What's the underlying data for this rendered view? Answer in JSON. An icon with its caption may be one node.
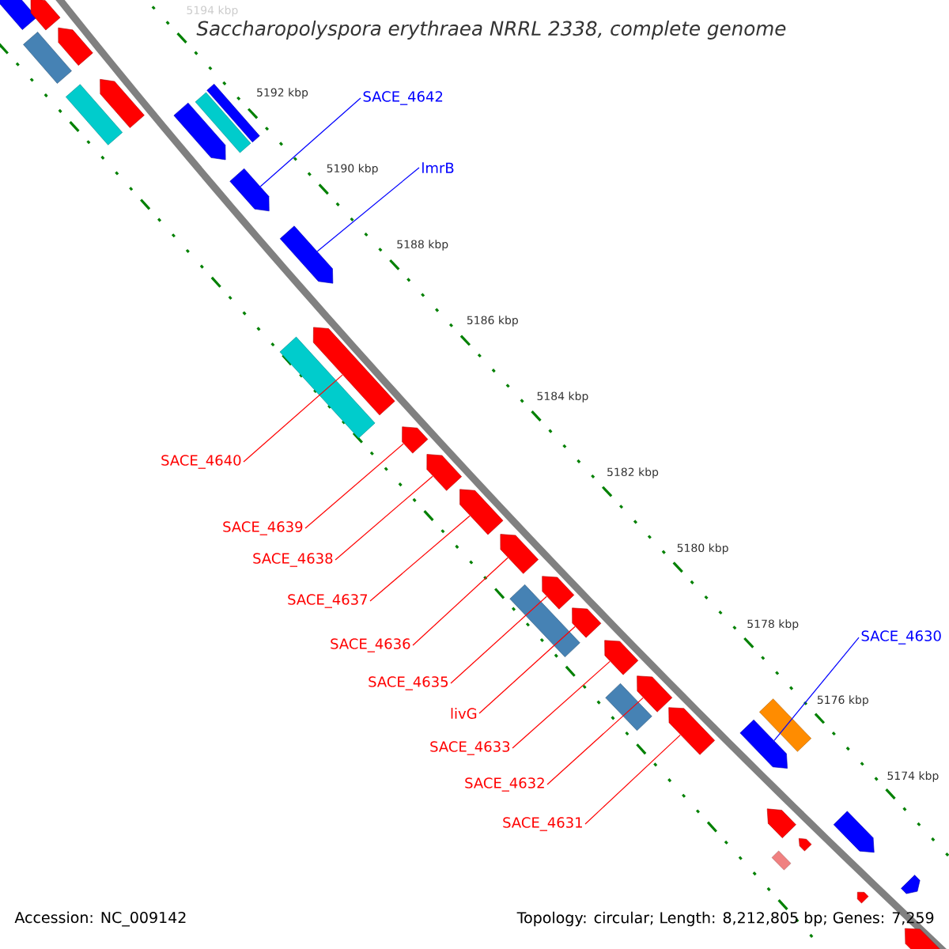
{
  "diagram": {
    "title": "Saccharopolyspora erythraea NRRL 2338, complete genome",
    "nodes": [
      {
        "text": [
          "SACE_4642"
        ]
      },
      {
        "text": [
          "lmrB"
        ]
      },
      {
        "text": [
          "SACE_4640"
        ]
      },
      {
        "text": [
          "SACE_4639"
        ]
      },
      {
        "text": [
          "SACE_4638"
        ]
      },
      {
        "text": [
          "SACE_4637"
        ]
      },
      {
        "text": [
          "SACE_4636"
        ]
      },
      {
        "text": [
          "SACE_4635"
        ]
      },
      {
        "text": [
          "livG"
        ]
      },
      {
        "text": [
          "SACE_4633"
        ]
      },
      {
        "text": [
          "SACE_4632"
        ]
      },
      {
        "text": [
          "SACE_4631"
        ]
      },
      {
        "text": [
          "SACE_4630"
        ]
      },
      {
        "text": [],
        "shape": "arrow"
      },
      {
        "text": [],
        "shape": "arrow"
      },
      {
        "text": [],
        "shape": "arrow"
      },
      {
        "text": [],
        "shape": "arrow"
      },
      {
        "text": [],
        "shape": "arrow"
      },
      {
        "text": [],
        "shape": "arrow"
      },
      {
        "text": [],
        "shape": "arrow"
      },
      {
        "text": [],
        "shape": "arrow"
      },
      {
        "text": [],
        "shape": "arrow"
      },
      {
        "text": [],
        "shape": "arrow"
      },
      {
        "text": [],
        "shape": "arrow"
      },
      {
        "text": [],
        "shape": "arrow"
      },
      {
        "text": [],
        "shape": "arrow"
      },
      {
        "text": [],
        "shape": "arrow"
      },
      {
        "text": [],
        "shape": "arrow"
      },
      {
        "text": [],
        "shape": "arrow"
      },
      {
        "text": [],
        "shape": "arrow"
      },
      {
        "text": [],
        "shape": "arrow"
      },
      {
        "text": [],
        "shape": "arrow"
      },
      {
        "text": [],
        "shape": "arrow"
      },
      {
        "text": [],
        "shape": "arrow"
      },
      {
        "text": [],
        "shape": "arrow"
      },
      {
        "text": [],
        "shape": "arrow"
      },
      {
        "text": [],
        "shape": "bar"
      }
    ],
    "edges": [
      {
        "from": 0,
        "to": 13,
        "arrow": "none",
        "color": "#0000ff"
      },
      {
        "from": 1,
        "to": 14,
        "arrow": "none",
        "color": "#0000ff"
      },
      {
        "from": 2,
        "to": 15,
        "arrow": "none"
      },
      {
        "from": 3,
        "to": 16,
        "arrow": "none"
      },
      {
        "from": 4,
        "to": 17,
        "arrow": "none"
      },
      {
        "from": 5,
        "to": 18,
        "arrow": "none"
      },
      {
        "from": 6,
        "to": 19,
        "arrow": "none"
      },
      {
        "from": 7,
        "to": 20,
        "arrow": "none"
      },
      {
        "from": 8,
        "to": 21,
        "arrow": "none"
      },
      {
        "from": 9,
        "to": 22,
        "arrow": "none"
      },
      {
        "from": 10,
        "to": 23,
        "arrow": "none"
      },
      {
        "from": 11,
        "to": 24,
        "arrow": "none"
      },
      {
        "from": 12,
        "to": 25,
        "arrow": "none",
        "color": "#0000ff"
      }
    ],
    "labels": [
      "5194 kbp",
      "5192 kbp",
      "5190 kbp",
      "5188 kbp",
      "5186 kbp",
      "5184 kbp",
      "5182 kbp",
      "5180 kbp",
      "5178 kbp",
      "5176 kbp",
      "5174 kbp",
      "Accession: NC_009142",
      "Topology: circular; Length: 8,212,805 bp; Genes: 7,259"
    ]
  }
}
